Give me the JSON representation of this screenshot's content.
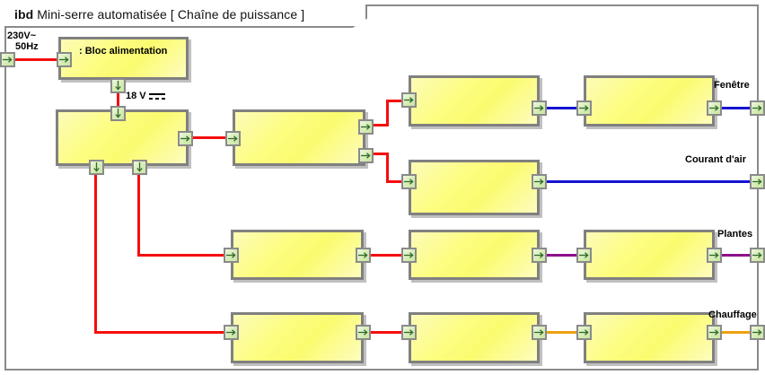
{
  "diagram": {
    "kind_abbrev": "ibd",
    "title": "Mini-serre automatisée [ Chaîne de puissance ]",
    "type": "internal-block-diagram"
  },
  "labels": {
    "mains": "230V~\n50Hz",
    "mains_line1": "230V~",
    "mains_line2": "50Hz",
    "dc_voltage": "18 V",
    "power_block": ": Bloc alimentation"
  },
  "outputs": [
    {
      "name": "Fenêtre",
      "color": "#1414d2"
    },
    {
      "name": "Courant d'air",
      "color": "#1414d2"
    },
    {
      "name": "Plantes",
      "color": "#8d0f8d"
    },
    {
      "name": "Chauffage",
      "color": "#eda010"
    }
  ],
  "colors": {
    "block_border": "#808080",
    "block_fill": "#fdfd80",
    "port_fill": "#cfe8a8",
    "port_border": "#8a8a8a",
    "frame": "#8a8a8a",
    "wire_power": "#f60d0d",
    "wire_blue": "#1414d2",
    "wire_purple": "#8d0f8d",
    "wire_orange": "#eda010"
  },
  "blocks": [
    {
      "id": "bloc-alimentation",
      "label": ": Bloc alimentation"
    },
    {
      "id": "distributeur",
      "label": ""
    },
    {
      "id": "row1-stage1",
      "label": ""
    },
    {
      "id": "row1-stage2",
      "label": ""
    },
    {
      "id": "row1-stage3",
      "label": ""
    },
    {
      "id": "row2-stage1",
      "label": ""
    },
    {
      "id": "row3-stage1",
      "label": ""
    },
    {
      "id": "row3-stage2",
      "label": ""
    },
    {
      "id": "row3-stage3",
      "label": ""
    },
    {
      "id": "row4-stage1",
      "label": ""
    },
    {
      "id": "row4-stage2",
      "label": ""
    },
    {
      "id": "row4-stage3",
      "label": ""
    }
  ]
}
